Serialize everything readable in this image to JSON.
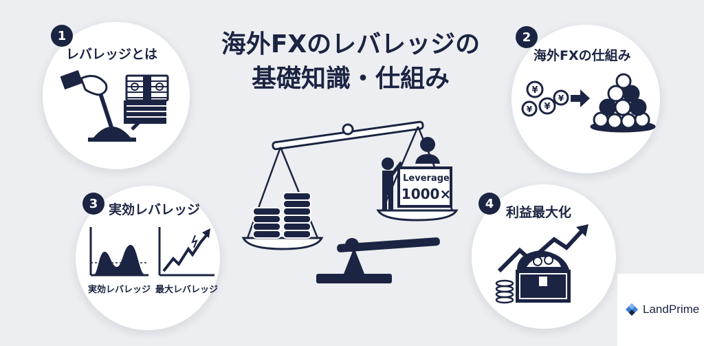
{
  "title": {
    "line1": "海外FXのレバレッジの",
    "line2": "基礎知識・仕組み"
  },
  "sections": [
    {
      "number": "1",
      "label": "レバレッジとは"
    },
    {
      "number": "2",
      "label": "海外FXの仕組み"
    },
    {
      "number": "3",
      "label": "実効レバレッジ",
      "sub_labels": [
        "実効レバレッジ",
        "最大レバレッジ"
      ]
    },
    {
      "number": "4",
      "label": "利益最大化"
    }
  ],
  "scale_sign": {
    "line1": "Leverage",
    "line2": "1000×"
  },
  "coin_symbol": "¥",
  "logo": {
    "text": "LandPrime"
  },
  "colors": {
    "navy": "#1b2442",
    "accent_blue": "#3a7bd5",
    "background": "#eceef1"
  }
}
